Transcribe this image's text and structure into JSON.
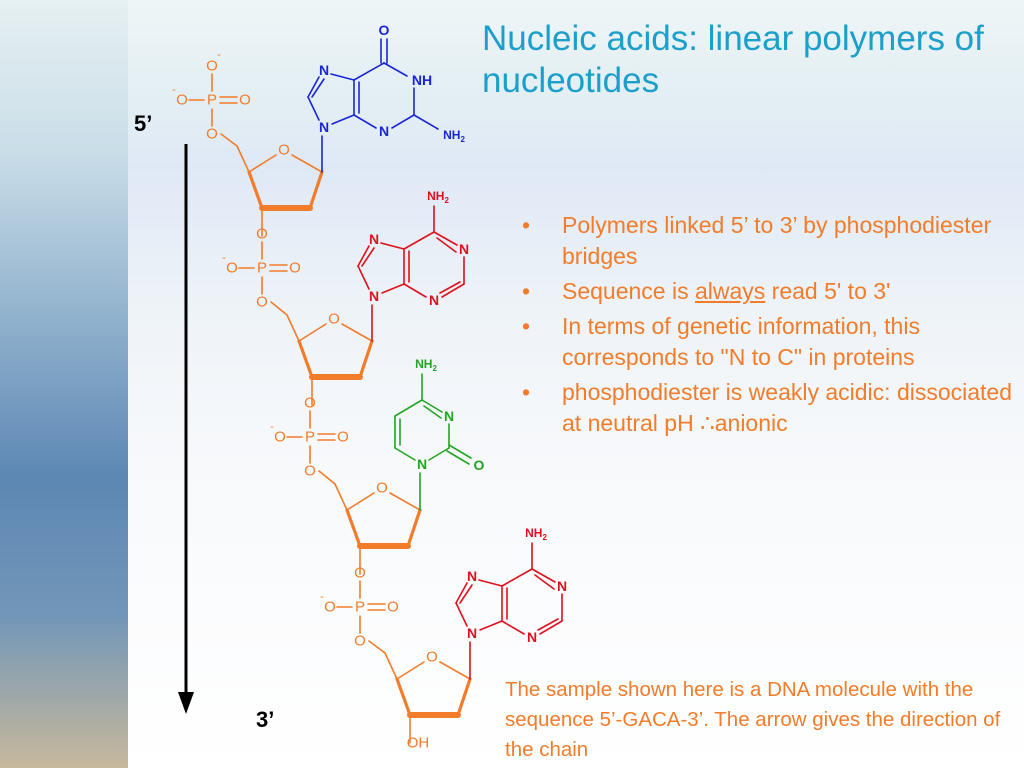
{
  "title": "Nucleic acids: linear polymers of nucleotides",
  "bullets": [
    {
      "text": "Polymers linked 5’ to 3’ by phosphodiester bridges"
    },
    {
      "before": "Sequence is ",
      "emphasis": "always",
      "after": " read 5' to 3'"
    },
    {
      "text": "In terms of genetic information, this corresponds to \"N to C\" in proteins"
    },
    {
      "before": "phosphodiester is weakly acidic: dissociated at neutral pH ",
      "symbol": "∴",
      "after": "anionic"
    }
  ],
  "bullet_glyph": "•",
  "caption": "The sample shown here is a DNA molecule with the sequence 5’-GACA-3’. The arrow gives the direction of the chain",
  "direction_labels": {
    "start": "5’",
    "end": "3’"
  },
  "atoms": {
    "O": "O",
    "P": "P",
    "N": "N",
    "NH": "NH",
    "NH2": "NH",
    "sub2": "2",
    "OH": "OH",
    "minus": "-"
  },
  "colors": {
    "title": "#1c9fca",
    "text": "#f27c2a",
    "backbone": "#f27c2a",
    "guanine": "#1a26d6",
    "adenine": "#e0101c",
    "cytosine": "#22a622",
    "arrow": "#000000"
  }
}
